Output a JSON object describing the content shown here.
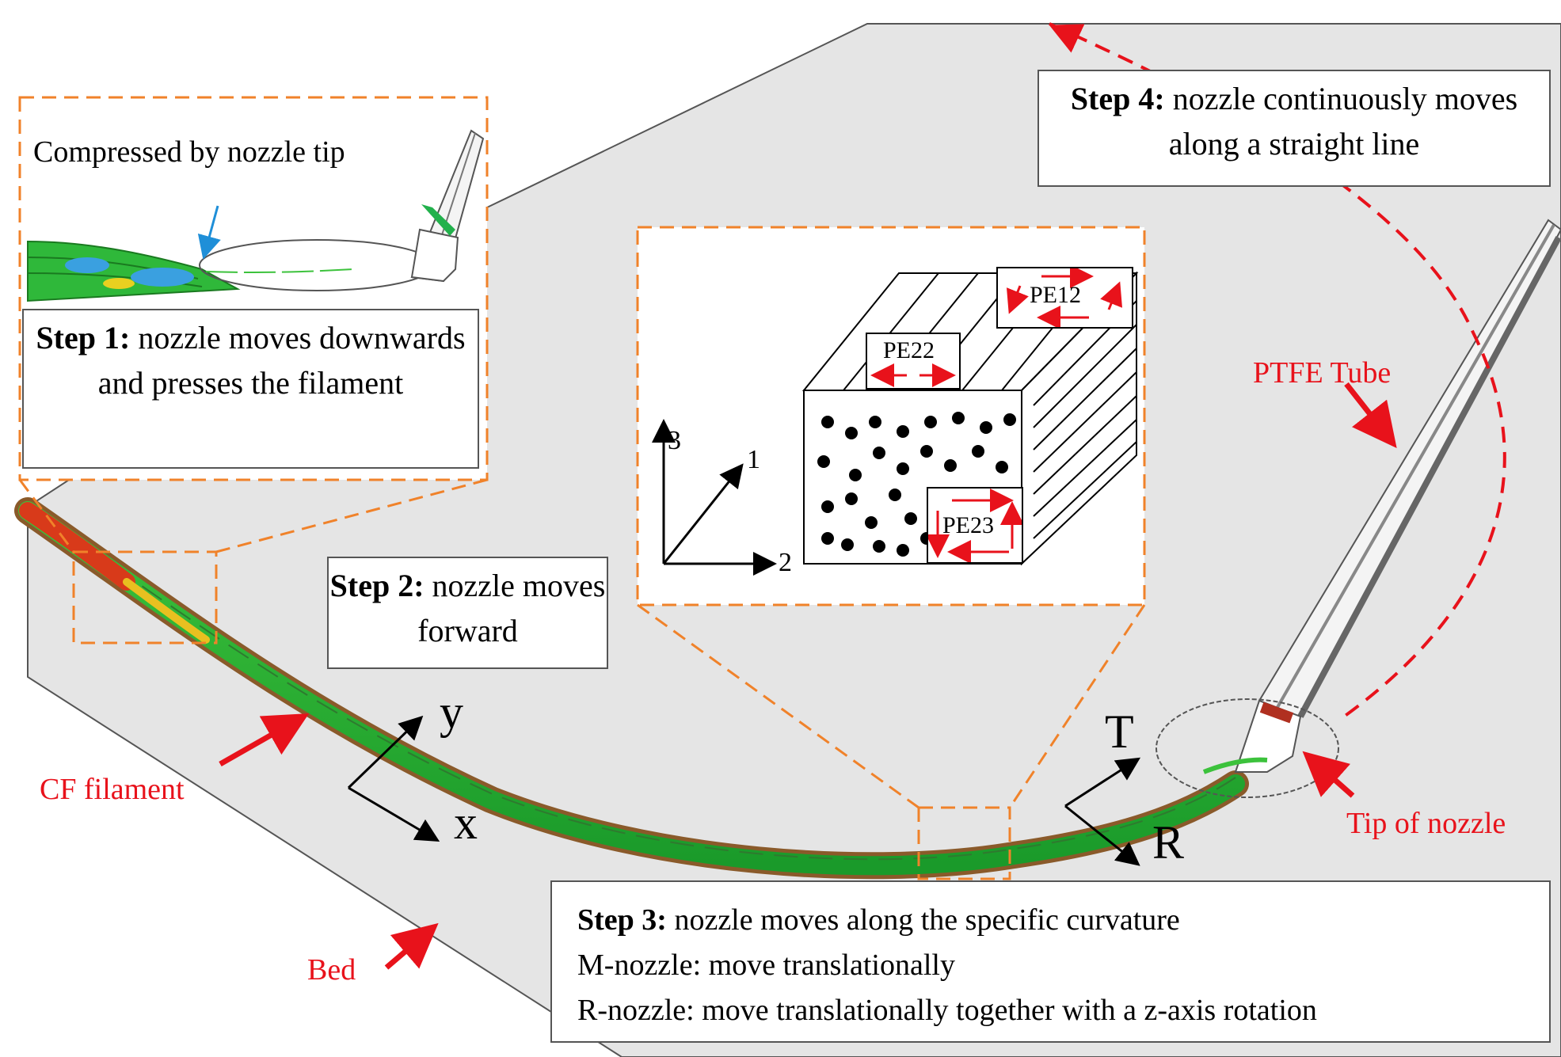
{
  "step1": {
    "title": "Step 1:",
    "text": "nozzle moves downwards and presses the filament"
  },
  "step2": {
    "title": "Step 2:",
    "text": "nozzle moves forward"
  },
  "step3": {
    "title": "Step 3:",
    "line1": "nozzle moves along the specific curvature",
    "line2": "M-nozzle: move translationally",
    "line3": "R-nozzle: move translationally together with a z-axis rotation"
  },
  "step4": {
    "title": "Step 4:",
    "text": "nozzle continuously moves along a straight line"
  },
  "inset": {
    "compressed_label": "Compressed by nozzle tip"
  },
  "callouts": {
    "ptfe": "PTFE Tube",
    "tip": "Tip of nozzle",
    "cf": "CF filament",
    "bed": "Bed"
  },
  "axes": {
    "y": "y",
    "x": "x",
    "t": "T",
    "r": "R",
    "a3": "3",
    "a1": "1",
    "a2": "2"
  },
  "stress": {
    "pe12": "PE12",
    "pe22": "PE22",
    "pe23": "PE23"
  },
  "colors": {
    "callout": "#e8121b",
    "dash_frame": "#f0822a",
    "filament": "#22b14c",
    "bed": "#e5e5e5"
  }
}
